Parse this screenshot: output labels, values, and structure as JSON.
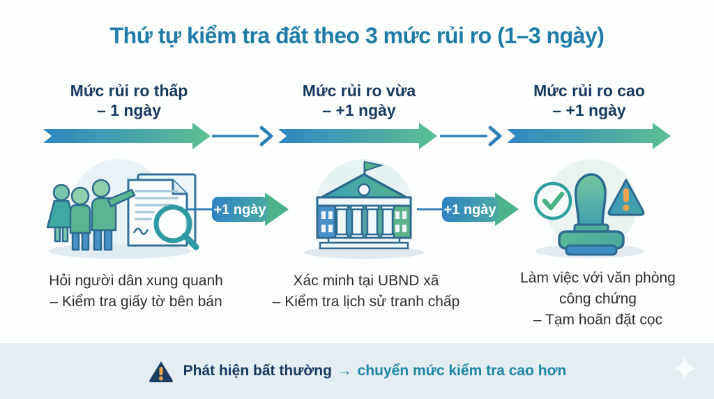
{
  "title": "Thứ tự kiểm tra đất theo 3 mức rủi ro (1–3 ngày)",
  "columns": [
    {
      "header": [
        "Mức rủi ro thấp",
        "– 1 ngày"
      ],
      "caption": [
        "Hỏi người dân xung quanh",
        "– Kiểm tra giấy tờ bên bán"
      ],
      "illustration": "people-asking-and-documents"
    },
    {
      "header": [
        "Mức rủi ro vừa",
        "– +1 ngày"
      ],
      "caption": [
        "Xác minh tại UBND xã",
        "– Kiểm tra lịch sử tranh chấp"
      ],
      "illustration": "government-building"
    },
    {
      "header": [
        "Mức rủi ro cao",
        "– +1 ngày"
      ],
      "caption": [
        "Làm việc với văn phòng",
        "công chứng",
        "– Tạm hoãn đặt cọc"
      ],
      "illustration": "stamp-check-warning"
    }
  ],
  "badges": [
    {
      "label": "+1 ngày"
    },
    {
      "label": "+1 ngày"
    }
  ],
  "footer": {
    "icon": "warning-triangle-icon",
    "alert_text": "Phát hiện bất thường",
    "arrow": "→",
    "action_text": "chuyển mức kiểm tra cao hơn"
  },
  "colors": {
    "title_teal": "#1f7ca8",
    "header_navy": "#16395e",
    "caption_dark": "#2d2d2d",
    "timeline_blue": "#2f86c5",
    "timeline_green": "#5cc092",
    "badge_arrow_green": "#4cb28c",
    "footer_bg": "#e3edf2",
    "footer_navy": "#17395f",
    "footer_teal": "#1f86a5",
    "warning_orange": "#f0a452",
    "illustration_bg": "#e9f3f7"
  }
}
